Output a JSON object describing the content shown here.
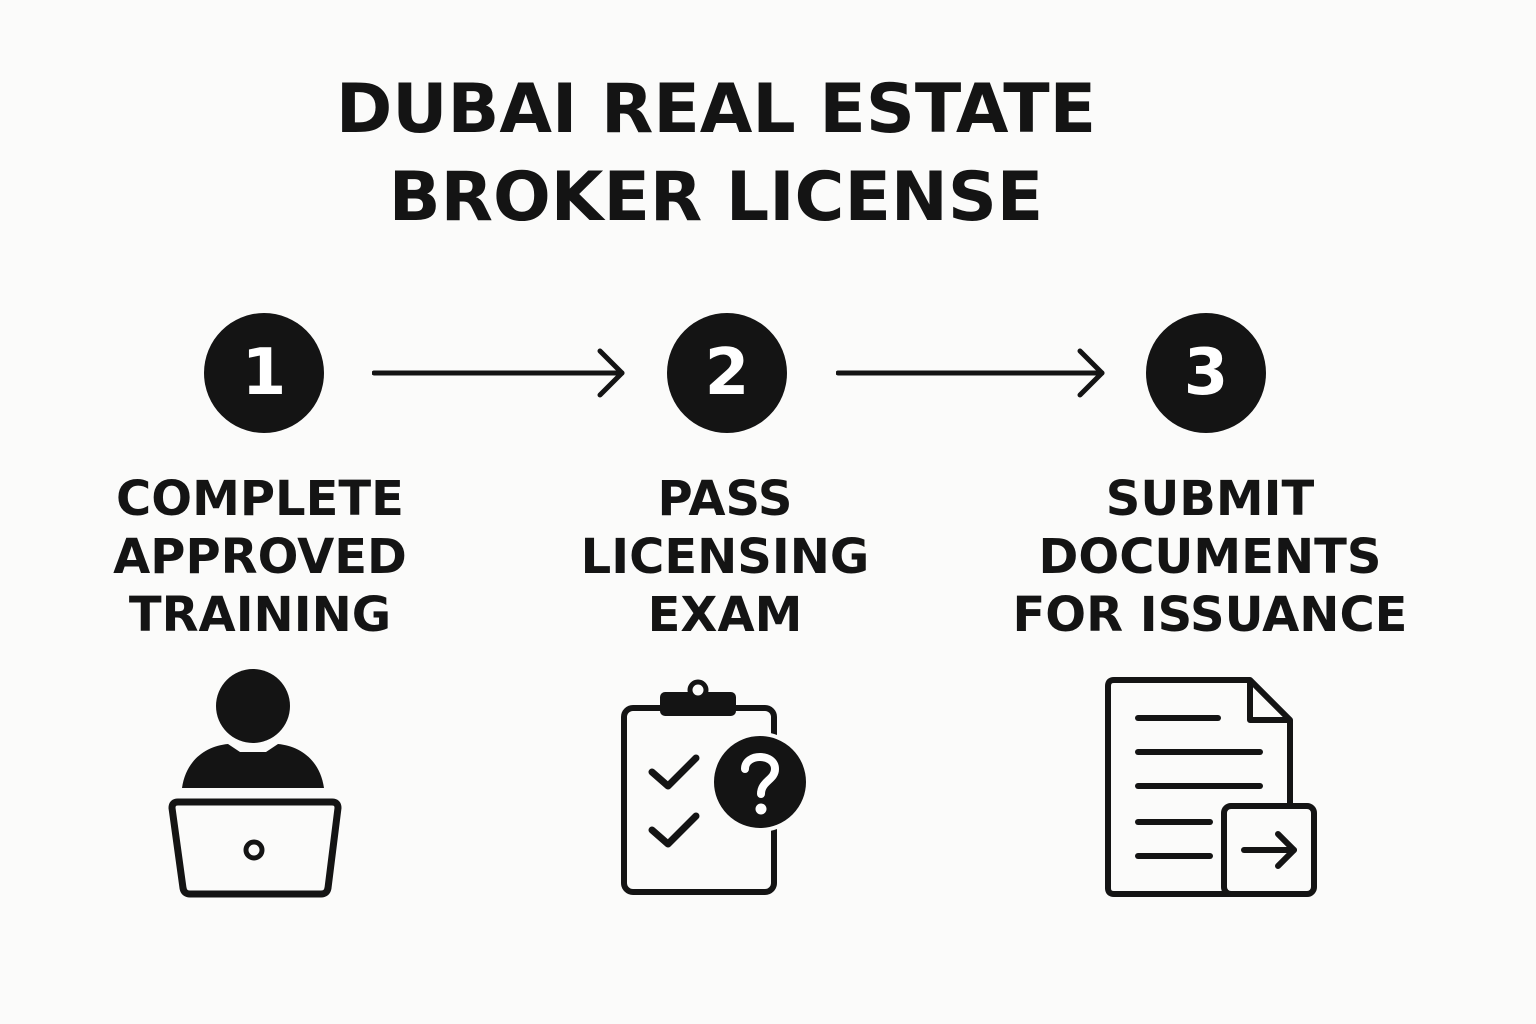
{
  "title": {
    "line1": "DUBAI REAL ESTATE",
    "line2": "BROKER LICENSE"
  },
  "steps": [
    {
      "number": "1",
      "label_lines": [
        "COMPLETE",
        "APPROVED",
        "TRAINING"
      ],
      "icon": "person-laptop-icon"
    },
    {
      "number": "2",
      "label_lines": [
        "PASS",
        "LICENSING",
        "EXAM"
      ],
      "icon": "clipboard-question-icon"
    },
    {
      "number": "3",
      "label_lines": [
        "SUBMIT",
        "DOCUMENTS",
        "FOR ISSUANCE"
      ],
      "icon": "document-submit-icon"
    }
  ],
  "colors": {
    "ink": "#141414",
    "background": "#fbfbfa",
    "badge_text": "#ffffff"
  }
}
